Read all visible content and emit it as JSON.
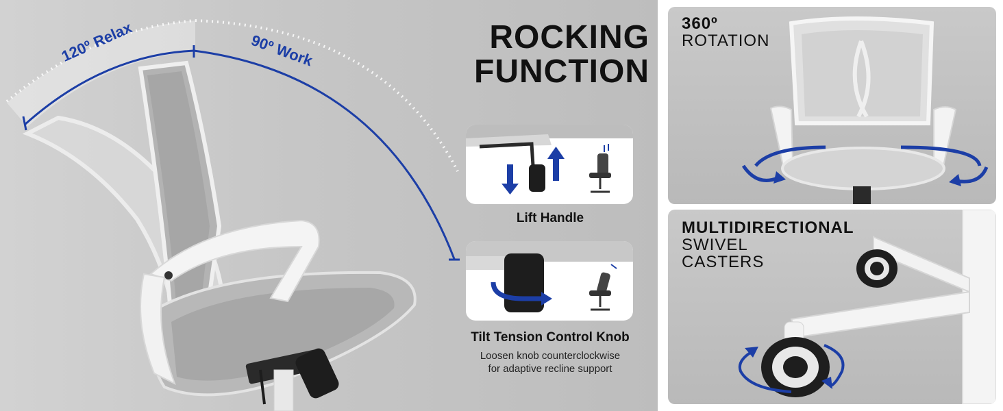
{
  "rocking": {
    "angle_relax": "120º Relax",
    "angle_work": "90º Work",
    "title_line1": "ROCKING",
    "title_line2": "FUNCTION"
  },
  "lift_handle": {
    "caption": "Lift Handle"
  },
  "tilt_knob": {
    "caption": "Tilt Tension Control Knob",
    "description_line1": "Loosen knob counterclockwise",
    "description_line2": "for adaptive recline support"
  },
  "rotation": {
    "title_line1": "360º",
    "title_line2": "ROTATION"
  },
  "casters": {
    "title_line1": "MULTIDIRECTIONAL",
    "title_line2": "SWIVEL",
    "title_line3": "CASTERS"
  },
  "colors": {
    "accent_blue": "#1c3ea6",
    "panel_gray": "#c4c4c4",
    "chair_frame": "#f2f2f2",
    "mesh_gray": "#a9a9a9"
  }
}
